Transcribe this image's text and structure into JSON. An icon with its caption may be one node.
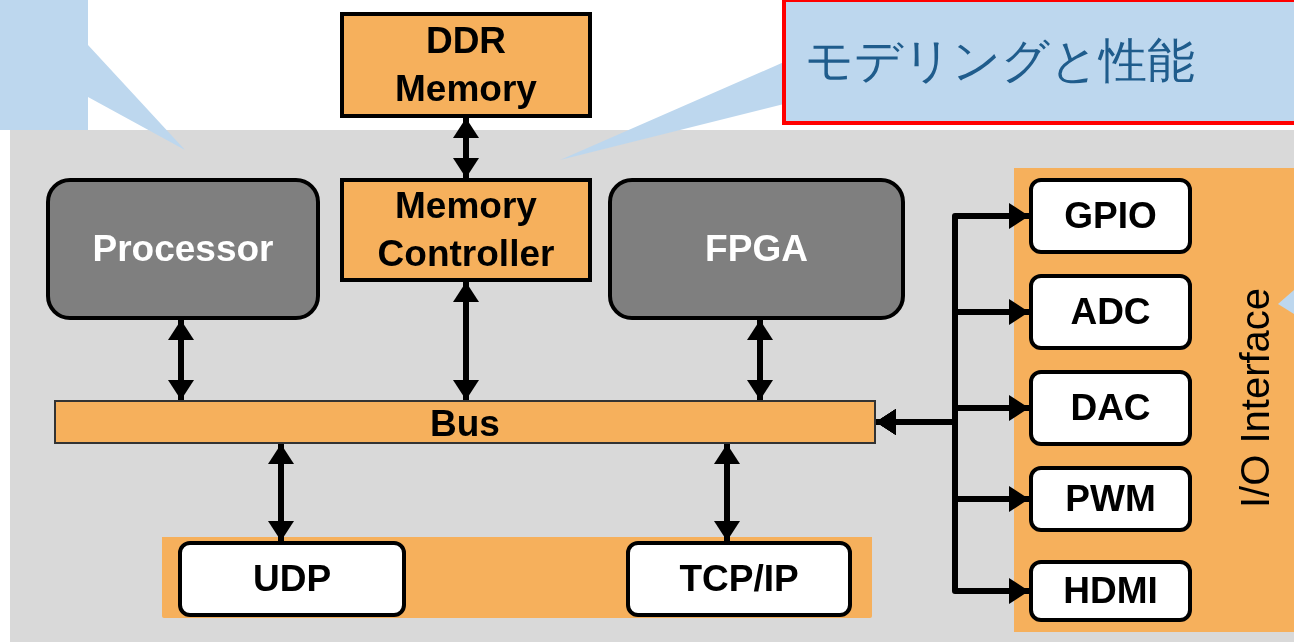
{
  "diagram": {
    "nodes": [
      {
        "text": [],
        "shape": "box"
      },
      {
        "text": [
          "DDR Memory"
        ]
      },
      {
        "text": [
          "Memory Controller"
        ],
        "in": 0
      },
      {
        "text": [
          "Processor"
        ],
        "in": 0
      },
      {
        "text": [
          "FPGA"
        ],
        "in": 0
      },
      {
        "text": [
          "Bus"
        ],
        "in": 0
      },
      {
        "text": [],
        "shape": "bar",
        "in": 0
      },
      {
        "text": [
          "UDP"
        ],
        "in": 6
      },
      {
        "text": [
          "TCP/IP"
        ],
        "in": 6
      },
      {
        "text": [
          "I/O Interface"
        ],
        "in": 0
      },
      {
        "text": [
          "GPIO"
        ],
        "in": 9
      },
      {
        "text": [
          "ADC"
        ],
        "in": 9
      },
      {
        "text": [
          "DAC"
        ],
        "in": 9
      },
      {
        "text": [
          "PWM"
        ],
        "in": 9
      },
      {
        "text": [
          "HDMI"
        ],
        "in": 9
      },
      {
        "text": [],
        "shape": "box"
      },
      {
        "text": [
          "モデリングと性能"
        ]
      }
    ],
    "edges": [
      {
        "from": 1,
        "to": 2,
        "arrow": "both"
      },
      {
        "from": 2,
        "to": 5,
        "arrow": "both"
      },
      {
        "from": 3,
        "to": 5,
        "arrow": "both"
      },
      {
        "from": 4,
        "to": 5,
        "arrow": "both"
      },
      {
        "from": 5,
        "to": 7,
        "arrow": "both"
      },
      {
        "from": 5,
        "to": 8,
        "arrow": "both"
      },
      {
        "from": 5,
        "to": 10,
        "arrow": "both"
      },
      {
        "from": 5,
        "to": 11,
        "arrow": "both"
      },
      {
        "from": 5,
        "to": 12,
        "arrow": "both"
      },
      {
        "from": 5,
        "to": 13,
        "arrow": "both"
      },
      {
        "from": 5,
        "to": 14,
        "arrow": "both"
      }
    ]
  }
}
